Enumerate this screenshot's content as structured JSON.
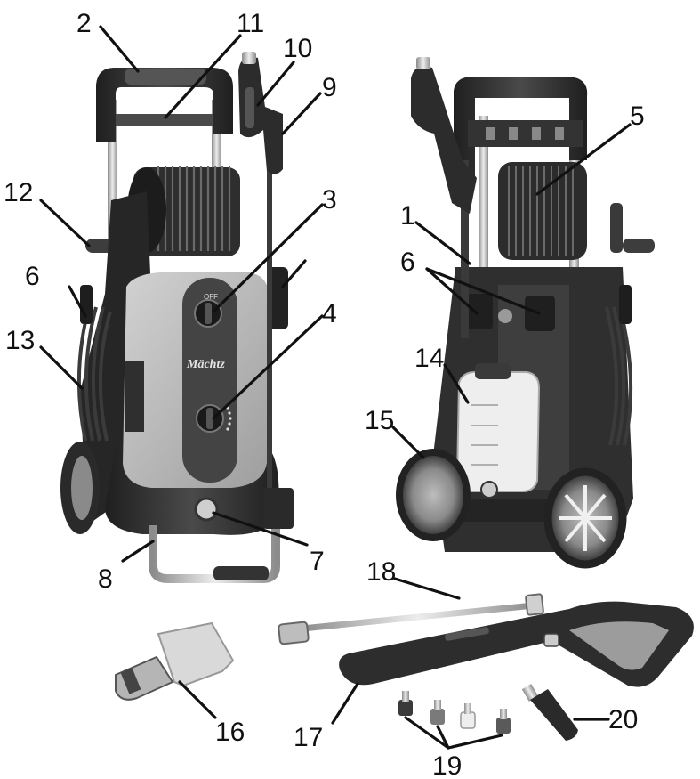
{
  "brand": "Mächtz",
  "knob_label": "OFF",
  "callouts": [
    "1",
    "2",
    "3",
    "4",
    "5",
    "6",
    "6",
    "7",
    "8",
    "9",
    "10",
    "11",
    "12",
    "13",
    "14",
    "15",
    "16",
    "17",
    "18",
    "19",
    "20"
  ],
  "colors": {
    "body_light": "#bdbdbd",
    "body_dark": "#3a3a3a",
    "frame": "#2b2b2b",
    "chrome": "#c8c8c8"
  }
}
